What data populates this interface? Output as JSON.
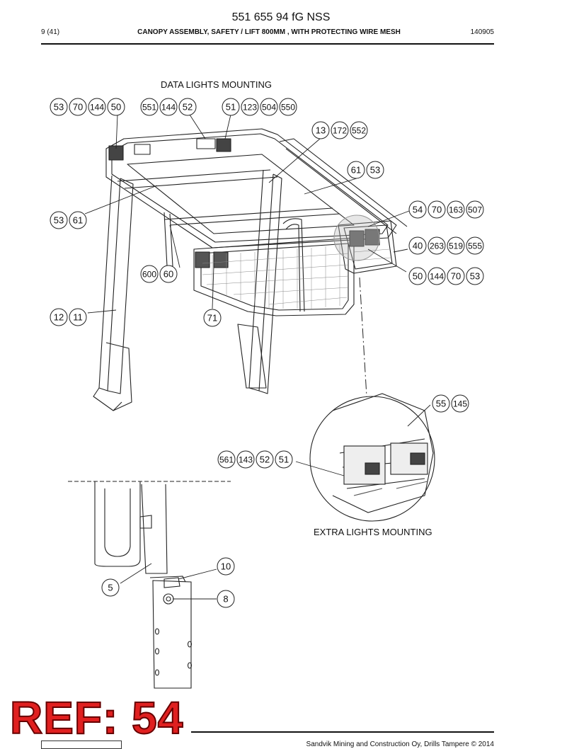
{
  "header": {
    "doc_number": "551 655 94 fG NSS",
    "page": "9 (41)",
    "title": "CANOPY ASSEMBLY, SAFETY / LIFT 800MM , WITH PROTECTING WIRE MESH",
    "date": "140905"
  },
  "captions": {
    "data_lights": "DATA LIGHTS MOUNTING",
    "extra_lights": "EXTRA LIGHTS MOUNTING"
  },
  "callouts": [
    [
      "53",
      "70",
      "144",
      "50"
    ],
    [
      "551",
      "144",
      "52"
    ],
    [
      "51",
      "123",
      "504",
      "550"
    ],
    [
      "13",
      "172",
      "552"
    ],
    [
      "61",
      "53"
    ],
    [
      "54",
      "70",
      "163",
      "507"
    ],
    [
      "53",
      "61"
    ],
    [
      "40",
      "263",
      "519",
      "555"
    ],
    [
      "600",
      "60"
    ],
    [
      "50",
      "144",
      "70",
      "53"
    ],
    [
      "12",
      "11"
    ],
    [
      "71"
    ],
    [
      "55",
      "145"
    ],
    [
      "561",
      "143",
      "52",
      "51"
    ],
    [
      "10"
    ],
    [
      "5"
    ],
    [
      "8"
    ]
  ],
  "stamp": "REF: 54",
  "footer": "Sandvik Mining and Construction Oy, Drills Tampere © 2014"
}
